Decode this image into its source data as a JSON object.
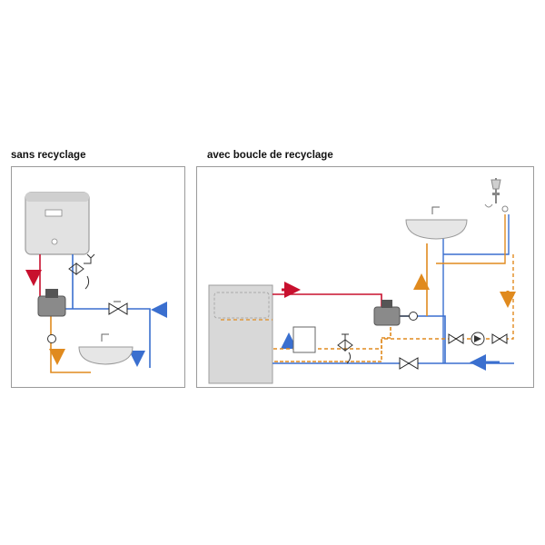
{
  "diagrams": {
    "left": {
      "title": "sans recyclage"
    },
    "right": {
      "title": "avec boucle de recyclage"
    }
  },
  "colors": {
    "hot_water": "#c8102e",
    "cold_water": "#3a6fcf",
    "mixed_water": "#e08a1e",
    "recirculation_dashed": "#e08a1e",
    "panel_border": "#9a9a9a",
    "equipment_fill": "#d8d8d8"
  },
  "icons": [
    "water-heater",
    "mixing-valve",
    "check-valve",
    "safety-valve",
    "thermometer",
    "wash-basin",
    "shower",
    "pump",
    "expansion-vessel",
    "flow-arrow"
  ]
}
